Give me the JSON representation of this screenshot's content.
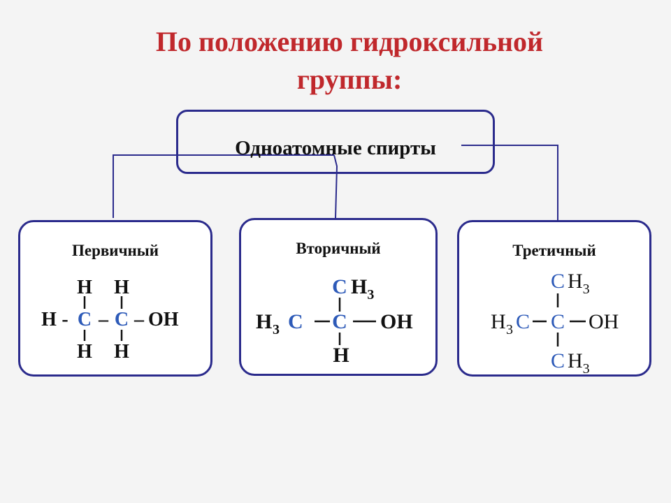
{
  "colors": {
    "title": "#c0282c",
    "box_border": "#2b2b8c",
    "carbon": "#2d5ab8",
    "text": "#111111"
  },
  "title": {
    "line1": "По положению гидроксильной",
    "line2": "группы:"
  },
  "root": {
    "label": "Одноатомные спирты"
  },
  "categories": {
    "primary": {
      "label": "Первичный",
      "h_top1": "H",
      "h_top2": "H",
      "h_left": "H",
      "c1": "C",
      "c2": "C",
      "oh": "OH",
      "h_bot1": "H",
      "h_bot2": "H",
      "dash1": "-",
      "dash2": "–",
      "dash3": "–"
    },
    "secondary": {
      "label": "Вторичный",
      "c_top": "C",
      "h3_top": "H3",
      "h3c_H": "H",
      "h3c_3": "3",
      "c_left": "C",
      "c_center": "C",
      "oh": "OH",
      "h_bot": "H"
    },
    "tertiary": {
      "label": "Третичный",
      "c_top": "C",
      "h3_top": "H3",
      "h3c_H": "H",
      "h3c_3": "3",
      "c_left": "C",
      "c_center": "C",
      "oh": "OH",
      "c_bot": "C",
      "h3_bot": "H3"
    }
  }
}
